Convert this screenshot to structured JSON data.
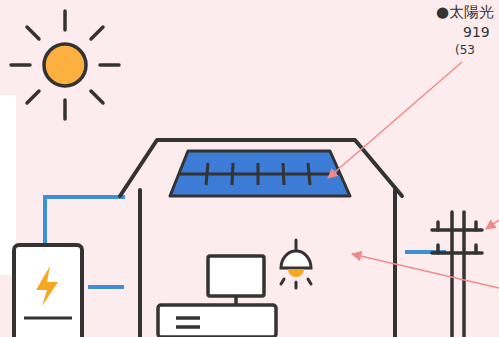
{
  "diagram": {
    "labels": [
      "●太陽光",
      "919",
      "(53"
    ]
  }
}
